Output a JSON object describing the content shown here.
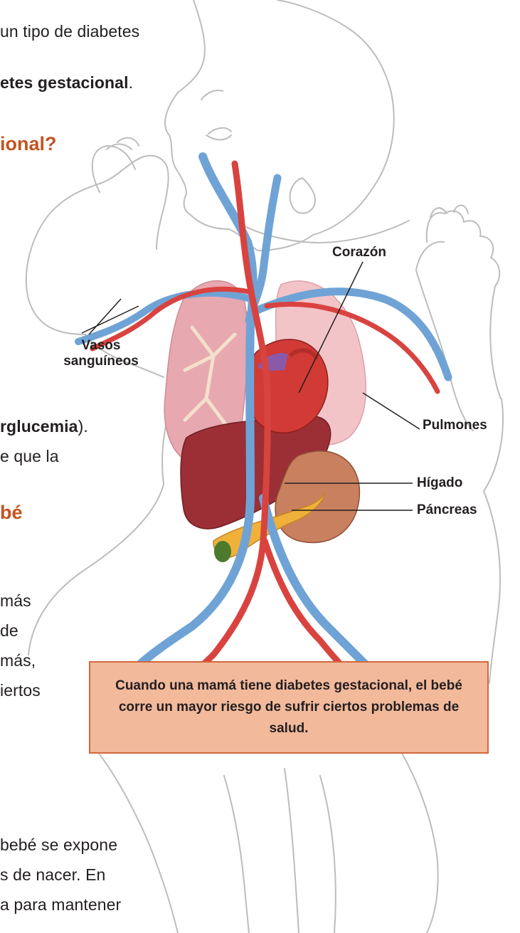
{
  "text": {
    "line1": "un tipo de diabetes",
    "line2_bold": "etes gestacional",
    "line2_end": ".",
    "heading1": "ional?",
    "line3_bold": "rglucemia",
    "line3_end": ").",
    "line4": "e que la",
    "heading2": "bé",
    "line5": "más",
    "line6": "de",
    "line7": "más,",
    "line8": "iertos",
    "line9": "bebé se expone",
    "line10": "s de nacer. En",
    "line11": "a para mantener"
  },
  "labels": {
    "corazon": "Corazón",
    "vasos_1": "Vasos",
    "vasos_2": "sanguíneos",
    "pulmones": "Pulmones",
    "higado": "Hígado",
    "pancreas": "Páncreas"
  },
  "callout": "Cuando una mamá tiene diabetes gestacional, el bebé corre un mayor riesgo de sufrir ciertos problemas de salud.",
  "colors": {
    "heading": "#c4531f",
    "callout_bg": "#f2b99b",
    "callout_border": "#d0683c",
    "vein_blue": "#6fa3d6",
    "artery_red": "#d9433f",
    "outline_gray": "#bdbdbd"
  }
}
